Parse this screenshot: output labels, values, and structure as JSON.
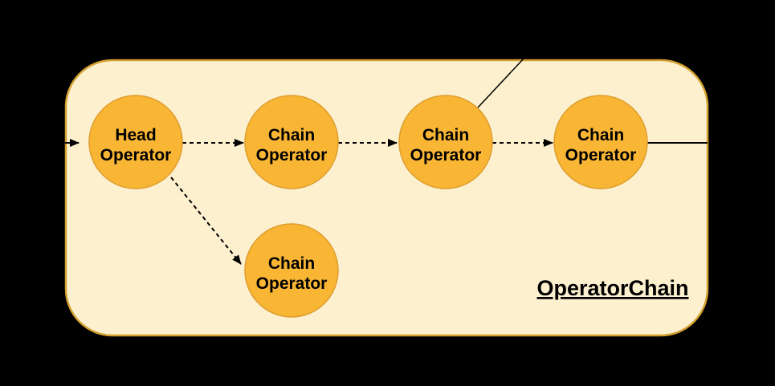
{
  "container": {
    "label": "OperatorChain"
  },
  "nodes": [
    {
      "name": "head-operator",
      "line1": "Head",
      "line2": "Operator"
    },
    {
      "name": "chain-operator-1",
      "line1": "Chain",
      "line2": "Operator"
    },
    {
      "name": "chain-operator-2",
      "line1": "Chain",
      "line2": "Operator"
    },
    {
      "name": "chain-operator-3",
      "line1": "Chain",
      "line2": "Operator"
    },
    {
      "name": "chain-operator-4",
      "line1": "Chain",
      "line2": "Operator"
    }
  ],
  "edges": [
    {
      "name": "input-arrow",
      "style": "solid",
      "arrowhead": true
    },
    {
      "name": "head-to-chain-1",
      "style": "dashed",
      "arrowhead": true
    },
    {
      "name": "chain-1-to-chain-2",
      "style": "dashed",
      "arrowhead": true
    },
    {
      "name": "chain-2-to-chain-3",
      "style": "dashed",
      "arrowhead": true
    },
    {
      "name": "head-to-chain-4-diagonal",
      "style": "dashed",
      "arrowhead": true
    },
    {
      "name": "diagonal-line-top",
      "style": "solid",
      "arrowhead": false
    },
    {
      "name": "chain-3-output-line",
      "style": "solid",
      "arrowhead": false
    }
  ],
  "colors": {
    "background": "#000000",
    "container_fill": "#FCF0CF",
    "container_border": "#D4A12F",
    "node_fill": "#F9B634",
    "node_border": "#DE9D2E",
    "line": "#000000",
    "text": "#000000"
  }
}
